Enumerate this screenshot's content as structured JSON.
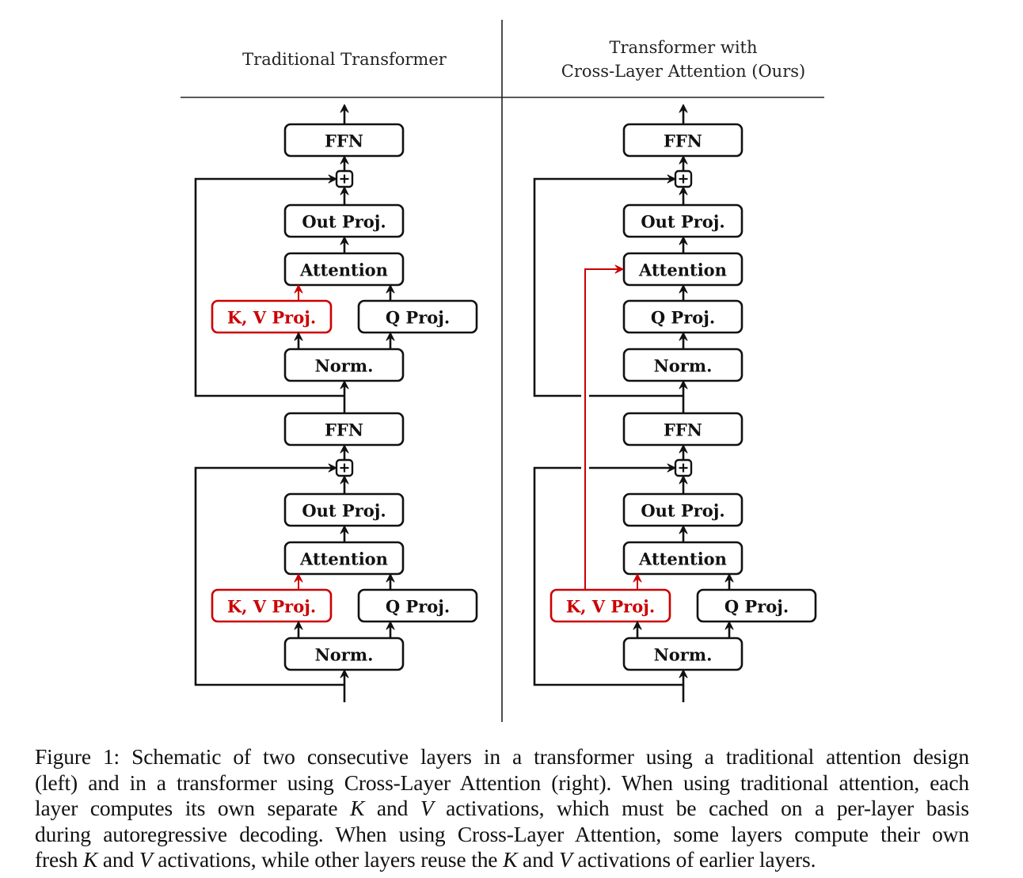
{
  "figure": {
    "columns": [
      {
        "id": "traditional",
        "title_lines": [
          "Traditional Transformer"
        ],
        "layers": [
          {
            "blocks": {
              "ffn": "FFN",
              "out_proj": "Out Proj.",
              "attention": "Attention",
              "kv_proj": "K, V Proj.",
              "q_proj": "Q Proj.",
              "norm": "Norm."
            },
            "computes_kv": true
          },
          {
            "blocks": {
              "ffn": "FFN",
              "out_proj": "Out Proj.",
              "attention": "Attention",
              "kv_proj": "K, V Proj.",
              "q_proj": "Q Proj.",
              "norm": "Norm."
            },
            "computes_kv": true
          }
        ]
      },
      {
        "id": "cross-layer",
        "title_lines": [
          "Transformer with",
          "Cross-Layer Attention (Ours)"
        ],
        "layers": [
          {
            "blocks": {
              "ffn": "FFN",
              "out_proj": "Out Proj.",
              "attention": "Attention",
              "q_proj": "Q Proj.",
              "norm": "Norm."
            },
            "computes_kv": false,
            "reuses_kv_from_layer": 2
          },
          {
            "blocks": {
              "ffn": "FFN",
              "out_proj": "Out Proj.",
              "attention": "Attention",
              "kv_proj": "K, V Proj.",
              "q_proj": "Q Proj.",
              "norm": "Norm."
            },
            "computes_kv": true
          }
        ]
      }
    ],
    "residual_add_symbol": "+",
    "colors": {
      "kv_highlight": "#cc0000",
      "default": "#111111"
    }
  },
  "caption": {
    "lines": [
      [
        {
          "t": "Figure 1: Schematic of two consecutive layers in a transformer using a traditional attention design"
        }
      ],
      [
        {
          "t": "(left) and in a transformer using Cross-Layer Attention (right). When using traditional attention, each"
        }
      ],
      [
        {
          "t": "layer computes its own separate "
        },
        {
          "t": "K",
          "i": true
        },
        {
          "t": " and "
        },
        {
          "t": "V",
          "i": true
        },
        {
          "t": " activations, which must be cached on a per-layer basis"
        }
      ],
      [
        {
          "t": "during autoregressive decoding. When using Cross-Layer Attention, some layers compute their own"
        }
      ],
      [
        {
          "t": "fresh "
        },
        {
          "t": "K",
          "i": true
        },
        {
          "t": " and "
        },
        {
          "t": "V",
          "i": true
        },
        {
          "t": " activations, while other layers reuse the "
        },
        {
          "t": "K",
          "i": true
        },
        {
          "t": " and "
        },
        {
          "t": "V",
          "i": true
        },
        {
          "t": " activations of earlier layers."
        }
      ]
    ]
  }
}
